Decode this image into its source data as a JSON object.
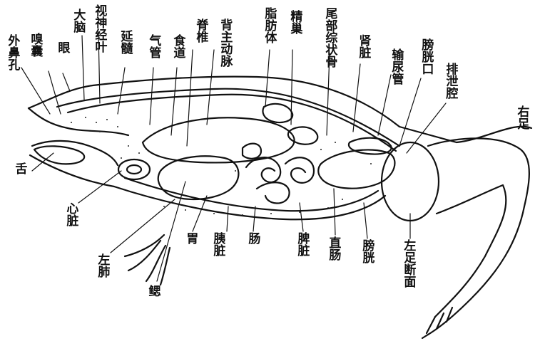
{
  "figure": {
    "labels": {
      "outer_nostril": "外鼻孔",
      "olfactory_sac": "嗅囊",
      "eye": "眼",
      "cerebrum": "大脑",
      "optic_lobe": "视神经叶",
      "medulla": "延髓",
      "trachea": "气管",
      "esophagus": "食道",
      "spinal_cord": "脊椎",
      "dorsal_aorta": "背主动脉",
      "fat_body": "脂肪体",
      "gonad": "精巢",
      "urostyle": "尾部综状骨",
      "kidney": "肾脏",
      "ureter": "输尿管",
      "bladder_opening": "膀胱口",
      "cloaca": "排泄腔",
      "right_leg": "右足",
      "tongue": "舌",
      "heart": "心脏",
      "left_lung": "左肺",
      "gills": "鳃",
      "stomach": "胃",
      "pancreas": "胰脏",
      "intestine": "肠",
      "spleen": "脾脏",
      "rectum": "直肠",
      "bladder": "膀胱",
      "left_leg_section": "左足断面"
    }
  }
}
